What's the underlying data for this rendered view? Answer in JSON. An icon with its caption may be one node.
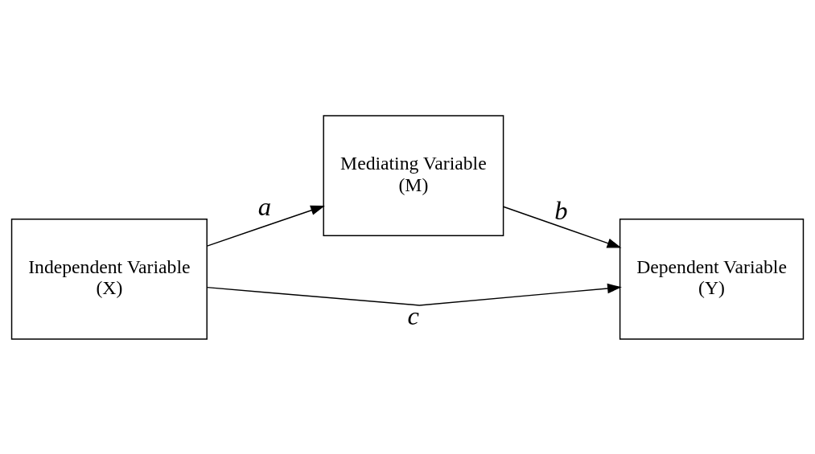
{
  "diagram": {
    "nodes": [
      {
        "text": [
          "Mediating Variable",
          "(M)"
        ]
      },
      {
        "text": [
          "Independent Variable",
          "(X)"
        ]
      },
      {
        "text": [
          "Dependent Variable",
          "(Y)"
        ]
      }
    ],
    "edges": [
      {
        "from": 1,
        "to": 0,
        "arrow": "to",
        "label": "a"
      },
      {
        "from": 0,
        "to": 2,
        "arrow": "to",
        "label": "b"
      },
      {
        "from": 1,
        "to": 2,
        "arrow": "to",
        "label": "c"
      }
    ]
  }
}
